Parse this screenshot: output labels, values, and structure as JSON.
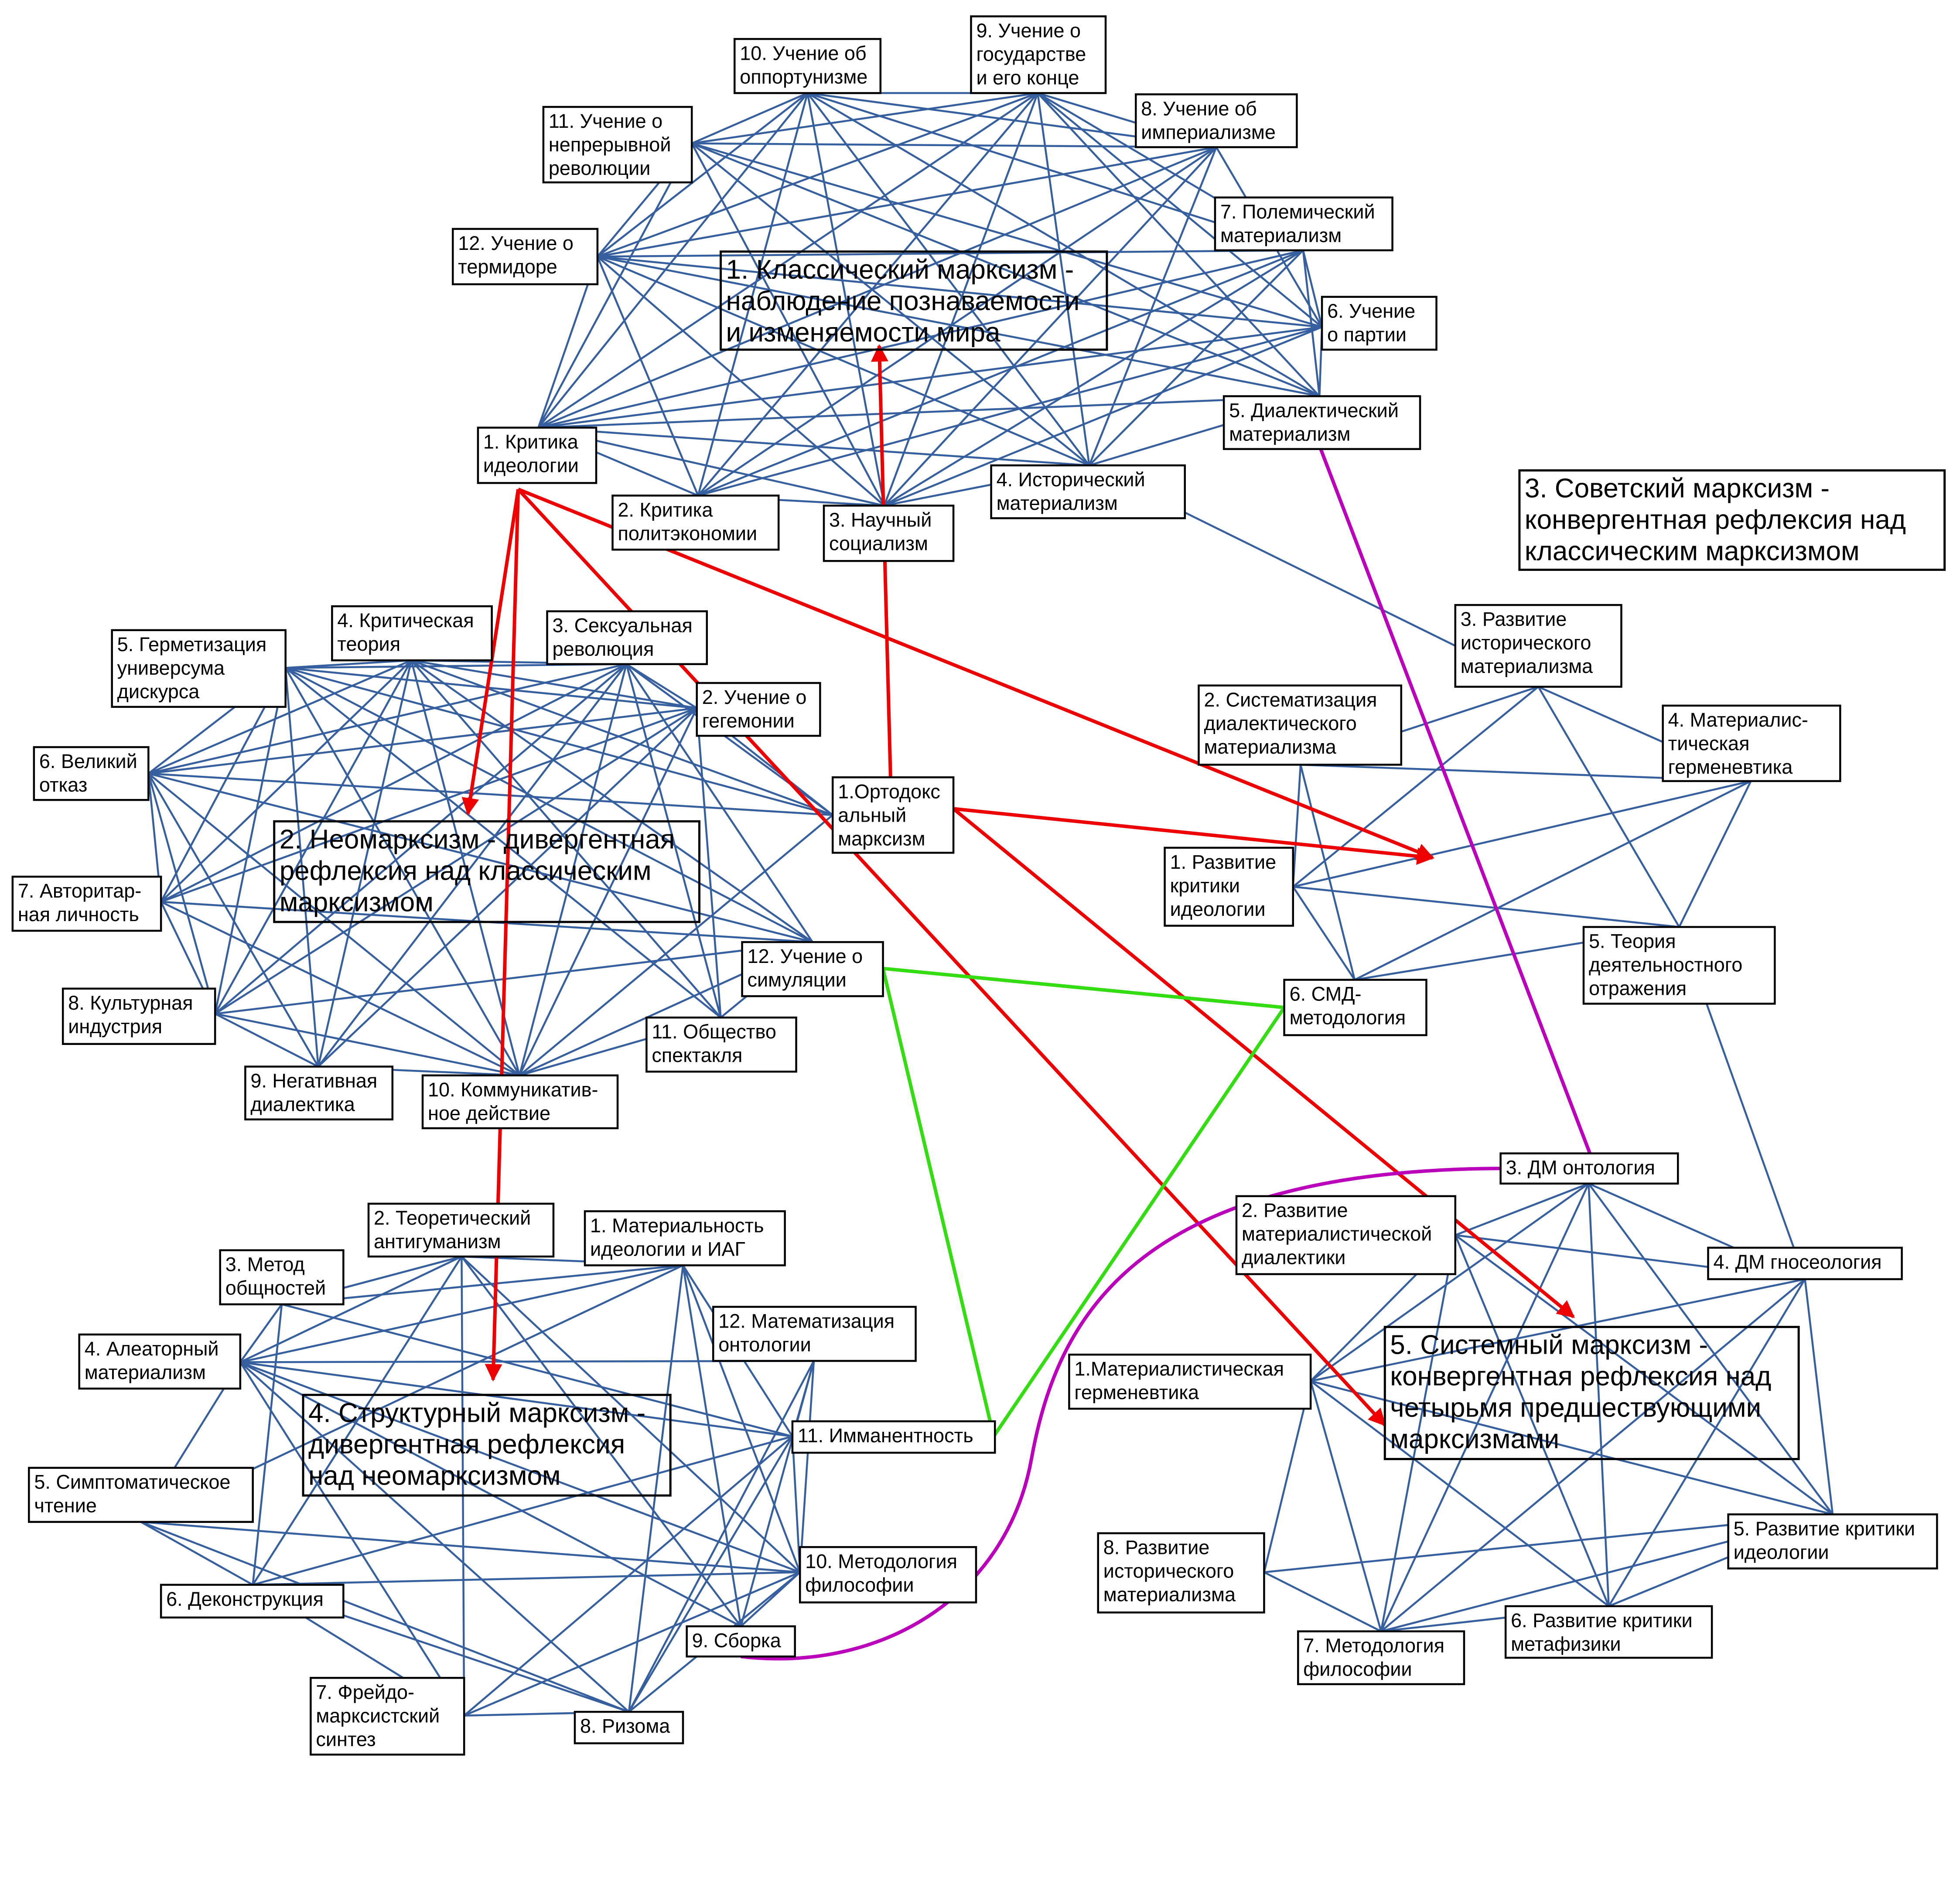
{
  "colors": {
    "background": "#ffffff",
    "edge_blue": "#365f9f",
    "box_border": "#000000",
    "arrow_red": "#ee0000",
    "triangle_green": "#33dd11",
    "curve_magenta": "#bb00bb"
  },
  "title_boxes": [
    {
      "id": "t1",
      "lines": [
        "1. Классический марксизм -",
        "наблюдение познаваемости",
        "и изменяемости мира"
      ]
    },
    {
      "id": "t2",
      "lines": [
        "2. Неомарксизм - дивергентная",
        "рефлексия над классическим",
        "марксизмом"
      ]
    },
    {
      "id": "t3",
      "lines": [
        "3. Советский марксизм -",
        "конвергентная рефлексия над",
        "классическим марксизмом"
      ]
    },
    {
      "id": "t4",
      "lines": [
        "4. Структурный марксизм -",
        "дивергентная рефлексия",
        "над неомарксизмом"
      ]
    },
    {
      "id": "t5",
      "lines": [
        "5. Системный марксизм -",
        "конвергентная рефлексия над",
        "четырьмя предшествующими",
        "марксизмами"
      ]
    }
  ],
  "nodes": [
    {
      "id": "c1",
      "lines": [
        "1. Критика",
        "идеологии"
      ]
    },
    {
      "id": "c2",
      "lines": [
        "2. Критика",
        "политэкономии"
      ]
    },
    {
      "id": "c3",
      "lines": [
        "3. Научный",
        "социализм"
      ]
    },
    {
      "id": "c4",
      "lines": [
        "4. Исторический",
        "материализм"
      ]
    },
    {
      "id": "c5",
      "lines": [
        "5. Диалектический",
        "материализм"
      ]
    },
    {
      "id": "c6",
      "lines": [
        "6. Учение",
        "о партии"
      ]
    },
    {
      "id": "c7",
      "lines": [
        "7. Полемический",
        "материализм"
      ]
    },
    {
      "id": "c8",
      "lines": [
        "8. Учение об",
        "империализме"
      ]
    },
    {
      "id": "c9",
      "lines": [
        "9. Учение о",
        "государстве",
        "и его конце"
      ]
    },
    {
      "id": "c10",
      "lines": [
        "10. Учение об",
        "оппортунизме"
      ]
    },
    {
      "id": "c11",
      "lines": [
        "11. Учение о",
        "непрерывной",
        "революции"
      ]
    },
    {
      "id": "c12",
      "lines": [
        "12. Учение о",
        "термидоре"
      ]
    },
    {
      "id": "n1",
      "lines": [
        "1.Ортодокс",
        "альный",
        "марксизм"
      ]
    },
    {
      "id": "n2",
      "lines": [
        "2. Учение о",
        "гегемонии"
      ]
    },
    {
      "id": "n3",
      "lines": [
        "3. Сексуальная",
        "революция"
      ]
    },
    {
      "id": "n4",
      "lines": [
        "4. Критическая",
        "теория"
      ]
    },
    {
      "id": "n5",
      "lines": [
        "5. Герметизация",
        "универсума",
        "дискурса"
      ]
    },
    {
      "id": "n6",
      "lines": [
        "6. Великий",
        "отказ"
      ]
    },
    {
      "id": "n7",
      "lines": [
        "7. Авторитар-",
        "ная личность"
      ]
    },
    {
      "id": "n8",
      "lines": [
        "8. Культурная",
        "индустрия"
      ]
    },
    {
      "id": "n9",
      "lines": [
        "9. Негативная",
        "диалектика"
      ]
    },
    {
      "id": "n10",
      "lines": [
        "10. Коммуникатив-",
        "ное действие"
      ]
    },
    {
      "id": "n11",
      "lines": [
        "11. Общество",
        "спектакля"
      ]
    },
    {
      "id": "n12",
      "lines": [
        "12. Учение о",
        "симуляции"
      ]
    },
    {
      "id": "s1",
      "lines": [
        "1. Развитие",
        "критики",
        "идеологии"
      ]
    },
    {
      "id": "s2",
      "lines": [
        "2. Систематизация",
        "диалектического",
        "материализма"
      ]
    },
    {
      "id": "s3",
      "lines": [
        "3. Развитие",
        "исторического",
        "материализма"
      ]
    },
    {
      "id": "s4",
      "lines": [
        "4. Материалис-",
        "тическая",
        "герменевтика"
      ]
    },
    {
      "id": "s5",
      "lines": [
        "5. Теория",
        "деятельностного",
        "отражения"
      ]
    },
    {
      "id": "s6",
      "lines": [
        "6. СМД-",
        "методология"
      ]
    },
    {
      "id": "r1",
      "lines": [
        "1. Материальность",
        "идеологии и ИАГ"
      ]
    },
    {
      "id": "r2",
      "lines": [
        "2. Теоретический",
        "антигуманизм"
      ]
    },
    {
      "id": "r3",
      "lines": [
        "3. Метод",
        "общностей"
      ]
    },
    {
      "id": "r4",
      "lines": [
        "4. Алеаторный",
        "материализм"
      ]
    },
    {
      "id": "r5",
      "lines": [
        "5. Симптоматическое",
        "чтение"
      ]
    },
    {
      "id": "r6",
      "lines": [
        "6. Деконструкция"
      ]
    },
    {
      "id": "r7",
      "lines": [
        "7. Фрейдо-",
        "марксистский",
        "синтез"
      ]
    },
    {
      "id": "r8",
      "lines": [
        "8. Ризома"
      ]
    },
    {
      "id": "r9",
      "lines": [
        "9. Сборка"
      ]
    },
    {
      "id": "r10",
      "lines": [
        "10. Методология",
        "философии"
      ]
    },
    {
      "id": "r11",
      "lines": [
        "11. Имманентность"
      ]
    },
    {
      "id": "r12",
      "lines": [
        "12. Математизация",
        "онтологии"
      ]
    },
    {
      "id": "y1",
      "lines": [
        "1.Материалистическая",
        "герменевтика"
      ]
    },
    {
      "id": "y2",
      "lines": [
        "2. Развитие",
        "материалистической",
        "диалектики"
      ]
    },
    {
      "id": "y3",
      "lines": [
        "3. ДМ онтология"
      ]
    },
    {
      "id": "y4",
      "lines": [
        "4. ДМ гносеология"
      ]
    },
    {
      "id": "y5",
      "lines": [
        "5. Развитие критики",
        "идеологии"
      ]
    },
    {
      "id": "y6",
      "lines": [
        "6. Развитие критики",
        "метафизики"
      ]
    },
    {
      "id": "y7",
      "lines": [
        "7. Методология",
        "философии"
      ]
    },
    {
      "id": "y8",
      "lines": [
        "8. Развитие",
        "исторического",
        "материализма"
      ]
    }
  ],
  "blue_edges": [
    [
      "c1",
      "c4"
    ],
    [
      "c1",
      "c5"
    ],
    [
      "c1",
      "c6"
    ],
    [
      "c1",
      "c8"
    ],
    [
      "c1",
      "c9"
    ],
    [
      "c1",
      "c10"
    ],
    [
      "c1",
      "c11"
    ],
    [
      "c1",
      "c12"
    ],
    [
      "c1",
      "c3"
    ],
    [
      "c1",
      "c2"
    ],
    [
      "c1",
      "c7"
    ],
    [
      "c2",
      "c3"
    ],
    [
      "c2",
      "c9"
    ],
    [
      "c2",
      "c8"
    ],
    [
      "c2",
      "c6"
    ],
    [
      "c2",
      "c7"
    ],
    [
      "c2",
      "c12"
    ],
    [
      "c2",
      "c10"
    ],
    [
      "c3",
      "c4"
    ],
    [
      "c3",
      "c9"
    ],
    [
      "c3",
      "c8"
    ],
    [
      "c3",
      "c12"
    ],
    [
      "c3",
      "c11"
    ],
    [
      "c3",
      "c10"
    ],
    [
      "c3",
      "c7"
    ],
    [
      "c3",
      "c6"
    ],
    [
      "c4",
      "c5"
    ],
    [
      "c4",
      "c7"
    ],
    [
      "c4",
      "c8"
    ],
    [
      "c4",
      "c9"
    ],
    [
      "c4",
      "c10"
    ],
    [
      "c4",
      "c11"
    ],
    [
      "c4",
      "c12"
    ],
    [
      "c4",
      "s3"
    ],
    [
      "c5",
      "c6"
    ],
    [
      "c5",
      "c7"
    ],
    [
      "c5",
      "c9"
    ],
    [
      "c5",
      "c11"
    ],
    [
      "c5",
      "c12"
    ],
    [
      "c5",
      "c10"
    ],
    [
      "c6",
      "c7"
    ],
    [
      "c6",
      "c8"
    ],
    [
      "c6",
      "c9"
    ],
    [
      "c6",
      "c11"
    ],
    [
      "c6",
      "c12"
    ],
    [
      "c7",
      "c9"
    ],
    [
      "c7",
      "c12"
    ],
    [
      "c7",
      "c10"
    ],
    [
      "c8",
      "c9"
    ],
    [
      "c8",
      "c11"
    ],
    [
      "c8",
      "c12"
    ],
    [
      "c8",
      "c10"
    ],
    [
      "c9",
      "c10"
    ],
    [
      "c9",
      "c11"
    ],
    [
      "c9",
      "c12"
    ],
    [
      "c10",
      "c11"
    ],
    [
      "c10",
      "c12"
    ],
    [
      "c11",
      "c12"
    ],
    [
      "n1",
      "n2"
    ],
    [
      "n1",
      "n3"
    ],
    [
      "n1",
      "n4"
    ],
    [
      "n1",
      "n5"
    ],
    [
      "n1",
      "n10"
    ],
    [
      "n1",
      "n6"
    ],
    [
      "n2",
      "n3"
    ],
    [
      "n2",
      "n4"
    ],
    [
      "n2",
      "n5"
    ],
    [
      "n2",
      "n6"
    ],
    [
      "n2",
      "n7"
    ],
    [
      "n2",
      "n8"
    ],
    [
      "n2",
      "n9"
    ],
    [
      "n2",
      "n10"
    ],
    [
      "n2",
      "n11"
    ],
    [
      "n3",
      "n4"
    ],
    [
      "n3",
      "n6"
    ],
    [
      "n3",
      "n7"
    ],
    [
      "n3",
      "n8"
    ],
    [
      "n3",
      "n9"
    ],
    [
      "n3",
      "n10"
    ],
    [
      "n3",
      "n11"
    ],
    [
      "n3",
      "n12"
    ],
    [
      "n3",
      "n5"
    ],
    [
      "n4",
      "n5"
    ],
    [
      "n4",
      "n6"
    ],
    [
      "n4",
      "n7"
    ],
    [
      "n4",
      "n8"
    ],
    [
      "n4",
      "n9"
    ],
    [
      "n4",
      "n10"
    ],
    [
      "n4",
      "n11"
    ],
    [
      "n4",
      "n12"
    ],
    [
      "n5",
      "n6"
    ],
    [
      "n5",
      "n7"
    ],
    [
      "n5",
      "n8"
    ],
    [
      "n5",
      "n9"
    ],
    [
      "n5",
      "n10"
    ],
    [
      "n5",
      "n11"
    ],
    [
      "n5",
      "n12"
    ],
    [
      "n6",
      "n7"
    ],
    [
      "n6",
      "n8"
    ],
    [
      "n6",
      "n9"
    ],
    [
      "n6",
      "n10"
    ],
    [
      "n6",
      "n12"
    ],
    [
      "n7",
      "n8"
    ],
    [
      "n7",
      "n10"
    ],
    [
      "n7",
      "n12"
    ],
    [
      "n8",
      "n9"
    ],
    [
      "n8",
      "n10"
    ],
    [
      "n8",
      "n12"
    ],
    [
      "n9",
      "n10"
    ],
    [
      "n10",
      "n11"
    ],
    [
      "n10",
      "n12"
    ],
    [
      "n11",
      "n12"
    ],
    [
      "s1",
      "s2"
    ],
    [
      "s1",
      "s3"
    ],
    [
      "s1",
      "s4"
    ],
    [
      "s1",
      "s5"
    ],
    [
      "s1",
      "s6"
    ],
    [
      "s2",
      "s3"
    ],
    [
      "s2",
      "s4"
    ],
    [
      "s2",
      "s6"
    ],
    [
      "s3",
      "s4"
    ],
    [
      "s3",
      "s5"
    ],
    [
      "s4",
      "s5"
    ],
    [
      "s4",
      "s6"
    ],
    [
      "s5",
      "s6"
    ],
    [
      "s5",
      "y4"
    ],
    [
      "r1",
      "r2"
    ],
    [
      "r1",
      "r3"
    ],
    [
      "r1",
      "r4"
    ],
    [
      "r1",
      "r5"
    ],
    [
      "r1",
      "r8"
    ],
    [
      "r1",
      "r9"
    ],
    [
      "r1",
      "r10"
    ],
    [
      "r1",
      "r11"
    ],
    [
      "r2",
      "r3"
    ],
    [
      "r2",
      "r4"
    ],
    [
      "r2",
      "r6"
    ],
    [
      "r2",
      "r7"
    ],
    [
      "r2",
      "r9"
    ],
    [
      "r2",
      "r10"
    ],
    [
      "r3",
      "r4"
    ],
    [
      "r3",
      "r6"
    ],
    [
      "r3",
      "r11"
    ],
    [
      "r4",
      "r5"
    ],
    [
      "r4",
      "r7"
    ],
    [
      "r4",
      "r8"
    ],
    [
      "r4",
      "r9"
    ],
    [
      "r4",
      "r10"
    ],
    [
      "r4",
      "r11"
    ],
    [
      "r4",
      "r12"
    ],
    [
      "r5",
      "r8"
    ],
    [
      "r5",
      "r10"
    ],
    [
      "r5",
      "r6"
    ],
    [
      "r6",
      "r7"
    ],
    [
      "r6",
      "r8"
    ],
    [
      "r6",
      "r10"
    ],
    [
      "r6",
      "r11"
    ],
    [
      "r7",
      "r8"
    ],
    [
      "r7",
      "r10"
    ],
    [
      "r7",
      "r11"
    ],
    [
      "r8",
      "r10"
    ],
    [
      "r8",
      "r11"
    ],
    [
      "r8",
      "r12"
    ],
    [
      "r9",
      "r10"
    ],
    [
      "r9",
      "r12"
    ],
    [
      "r10",
      "r11"
    ],
    [
      "r10",
      "r12"
    ],
    [
      "r11",
      "r12"
    ],
    [
      "y1",
      "y2"
    ],
    [
      "y1",
      "y3"
    ],
    [
      "y1",
      "y4"
    ],
    [
      "y1",
      "y5"
    ],
    [
      "y1",
      "y6"
    ],
    [
      "y1",
      "y7"
    ],
    [
      "y1",
      "y8"
    ],
    [
      "y2",
      "y3"
    ],
    [
      "y2",
      "y4"
    ],
    [
      "y2",
      "y5"
    ],
    [
      "y2",
      "y6"
    ],
    [
      "y2",
      "y7"
    ],
    [
      "y3",
      "y4"
    ],
    [
      "y3",
      "y5"
    ],
    [
      "y3",
      "y6"
    ],
    [
      "y3",
      "y7"
    ],
    [
      "y4",
      "y5"
    ],
    [
      "y4",
      "y6"
    ],
    [
      "y4",
      "y7"
    ],
    [
      "y5",
      "y6"
    ],
    [
      "y5",
      "y7"
    ],
    [
      "y5",
      "y8"
    ],
    [
      "y6",
      "y7"
    ],
    [
      "y7",
      "y8"
    ]
  ]
}
